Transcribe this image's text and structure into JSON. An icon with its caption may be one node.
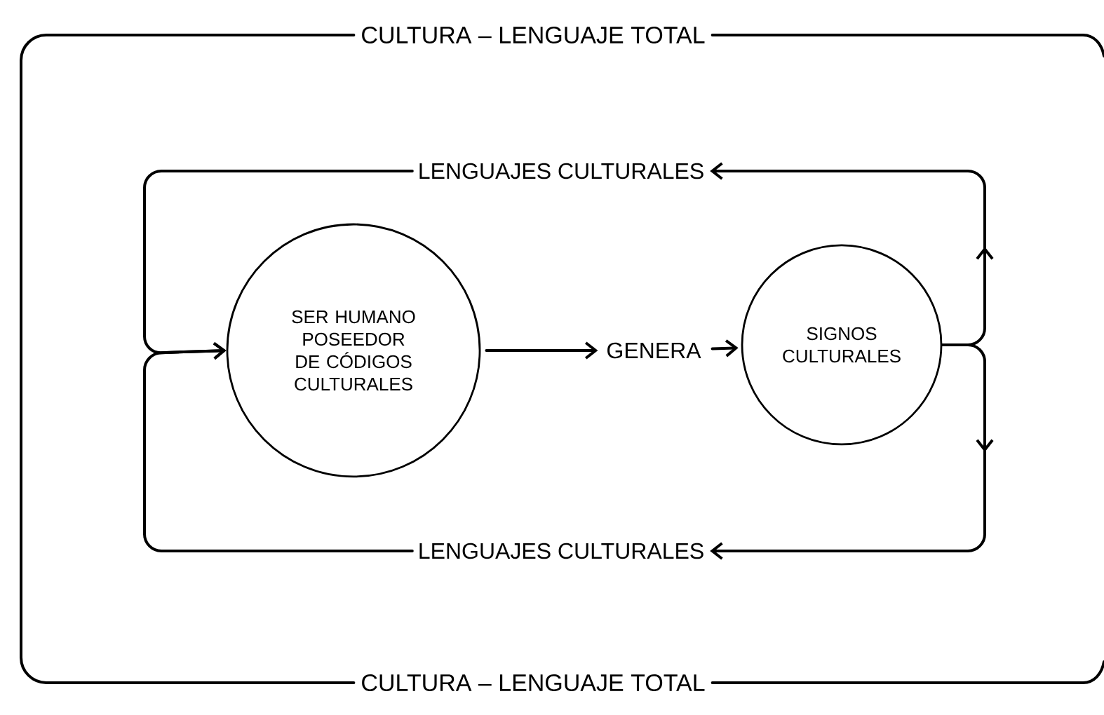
{
  "diagram": {
    "nodes": [
      {
        "text": [
          "CULTURA – LENGUAJE TOTAL",
          "CULTURA – LENGUAJE TOTAL"
        ]
      },
      {
        "text": [
          "SER HUMANO POSEEDOR DE CÓDIGOS CULTURALES"
        ],
        "in": 0
      },
      {
        "text": [
          "GENERA"
        ],
        "in": 0
      },
      {
        "text": [
          "SIGNOS CULTURALES"
        ],
        "in": 0
      },
      {
        "text": [
          "LENGUAJES CULTURALES"
        ],
        "in": 0
      },
      {
        "text": [
          "LENGUAJES CULTURALES"
        ],
        "in": 0
      }
    ],
    "edges": [
      {
        "from": 1,
        "to": 2,
        "arrow": "to"
      },
      {
        "from": 2,
        "to": 3,
        "arrow": "to"
      },
      {
        "from": 3,
        "to": 4,
        "arrow": "to"
      },
      {
        "from": 3,
        "to": 5,
        "arrow": "to"
      },
      {
        "from": 4,
        "to": 1,
        "arrow": "to"
      },
      {
        "from": 5,
        "to": 1,
        "arrow": "to"
      }
    ]
  }
}
